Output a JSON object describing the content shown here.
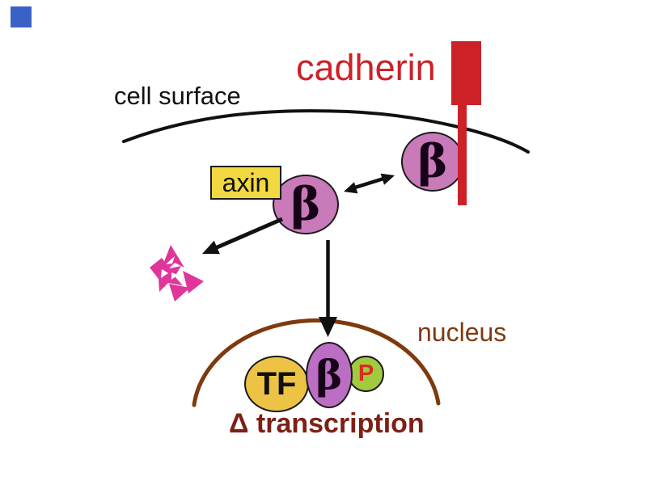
{
  "colors": {
    "background": "#ffffff",
    "red": "#cc2127",
    "purple": "#c97ab9",
    "purple_nucleus": "#bb6ec3",
    "axin_yellow": "#f2d841",
    "tf_gold": "#ecc345",
    "p_green": "#a2ca3e",
    "brown": "#7e3a0e",
    "maroon": "#7d2016",
    "magenta": "#e0359b",
    "ink": "#111111",
    "blue_marker": "#3a62c6"
  },
  "labels": {
    "cadherin": "cadherin",
    "cell_surface": "cell surface",
    "axin": "axin",
    "beta": "β",
    "nucleus": "nucleus",
    "tf": "TF",
    "phosphate": "P",
    "transcription": "Δ transcription"
  }
}
